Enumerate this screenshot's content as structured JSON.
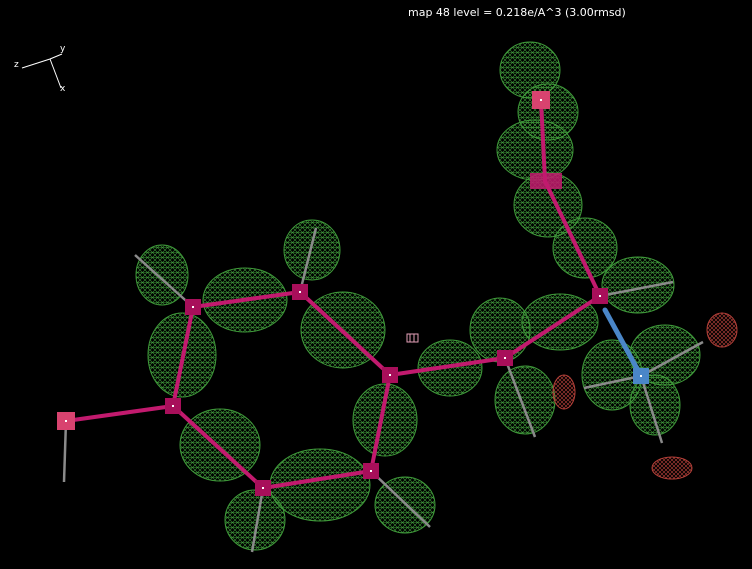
{
  "status": {
    "map_level": "map 48 level = 0.218e/A^3 (3.00rmsd)"
  },
  "axes": {
    "z_label": "z",
    "y_label": "y",
    "x_label": "x"
  },
  "colors": {
    "density_positive": "#3f9a3a",
    "density_negative": "#b8413a",
    "bond_carbon": "#c21a6e",
    "atom_carbon": "#a80f5a",
    "atom_terminal": "#d8436f",
    "bond_nitrogen": "#4a86c8",
    "hydrogen_bond": "#8a8a8a",
    "background": "#000000"
  },
  "icons": [
    "axis-triad-icon",
    "unit-cell-marker-icon"
  ]
}
